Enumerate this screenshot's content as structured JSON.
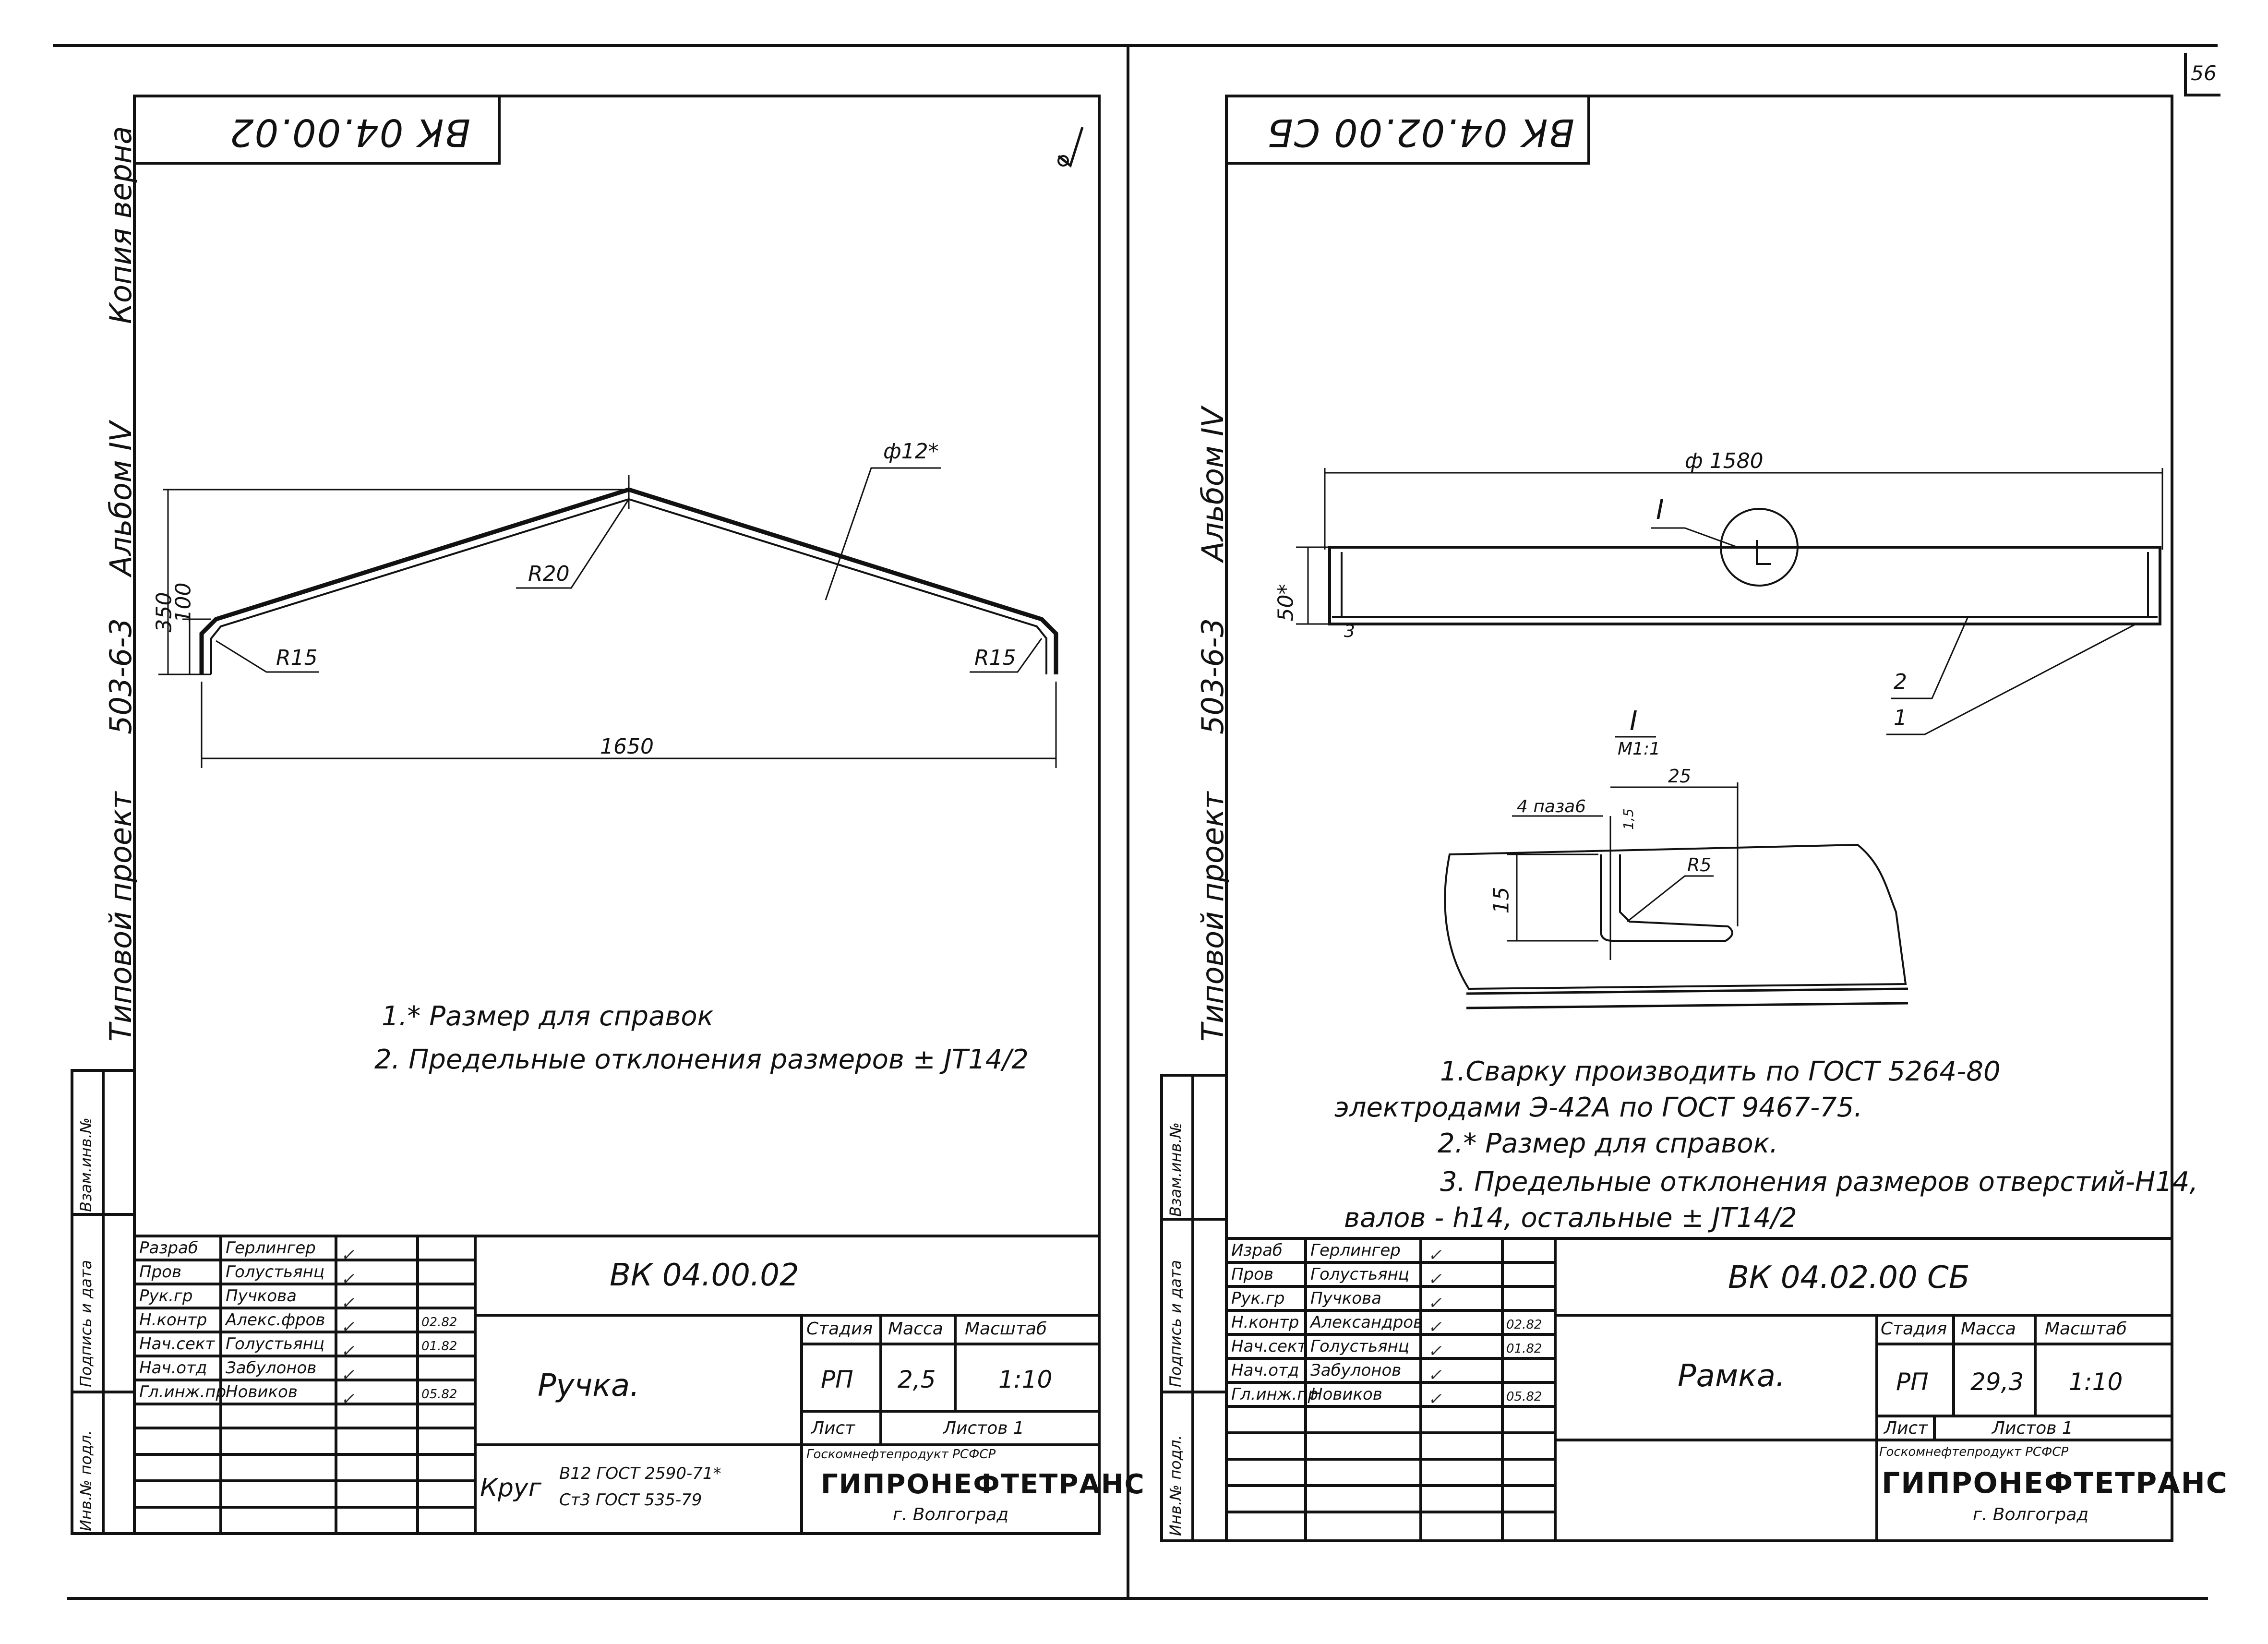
{
  "page_number": "56",
  "left_sheet": {
    "top_title": "ВК 04.00.02",
    "side": {
      "kopia": "Копия верна",
      "album": "Альбом IV",
      "project_code": "503-6-3",
      "project": "Типовой проект"
    },
    "stamp_columns": [
      "Инв.№ подл.",
      "Подпись и дата",
      "Взам.инв.№"
    ],
    "dims": {
      "diam": "ф12*",
      "r20": "R20",
      "r15_left": "R15",
      "r15_right": "R15",
      "h350": "350",
      "h100": "100",
      "len1650": "1650"
    },
    "notes": [
      "1.* Размер для справок",
      "2. Предельные отклонения размеров ± JT14/2"
    ],
    "titleblock": {
      "doc_code": "ВК 04.00.02",
      "rows": [
        {
          "role": "Разраб",
          "name": "Герлингер",
          "date": ""
        },
        {
          "role": "Пров",
          "name": "Голустьянц",
          "date": ""
        },
        {
          "role": "Рук.гр",
          "name": "Пучкова",
          "date": ""
        },
        {
          "role": "Н.контр",
          "name": "Алекс.фров",
          "date": "02.82"
        },
        {
          "role": "Нач.сект",
          "name": "Голустьянц",
          "date": "01.82"
        },
        {
          "role": "Нач.отд",
          "name": "Забулонов",
          "date": ""
        },
        {
          "role": "Гл.инж.пр",
          "name": "Новиков",
          "date": "05.82"
        }
      ],
      "item_name": "Ручка.",
      "stage_hdr": "Стадия",
      "mass_hdr": "Масса",
      "scale_hdr": "Масштаб",
      "stage": "РП",
      "mass": "2,5",
      "scale": "1:10",
      "sheet_hdr": "Лист",
      "sheets_hdr": "Листов 1",
      "material_label": "Круг",
      "material_line1": "В12 ГОСТ 2590-71*",
      "material_line2": "Ст3 ГОСТ 535-79",
      "org_line1": "Госкомнефтепродукт РСФСР",
      "org_name": "ГИПРОНЕФТЕТРАНС",
      "org_city": "г. Волгоград"
    }
  },
  "right_sheet": {
    "top_title": "ВК 04.02.00 СБ",
    "side": {
      "album": "Альбом IV",
      "project_code": "503-6-3",
      "project": "Типовой проект"
    },
    "stamp_columns": [
      "Инв.№ подл.",
      "Подпись и дата",
      "Взам.инв.№"
    ],
    "dims": {
      "diam": "ф 1580",
      "callout": "I",
      "h50": "50*",
      "three": "3",
      "pos2": "2",
      "pos1": "1",
      "detail_title": "I",
      "detail_scale": "М1:1",
      "d25": "25",
      "slots": "4 паза6",
      "h15": "15",
      "r5": "R5",
      "angle": "1,5"
    },
    "notes": [
      "1.Сварку производить по ГОСТ 5264-80",
      "электродами Э-42А по ГОСТ 9467-75.",
      "2.* Размер для справок.",
      "3. Предельные отклонения размеров отверстий-Н14,",
      "валов - h14, остальные ± JT14/2"
    ],
    "titleblock": {
      "doc_code": "ВК 04.02.00 СБ",
      "rows": [
        {
          "role": "Израб",
          "name": "Герлингер",
          "date": ""
        },
        {
          "role": "Пров",
          "name": "Голустьянц",
          "date": ""
        },
        {
          "role": "Рук.гр",
          "name": "Пучкова",
          "date": ""
        },
        {
          "role": "Н.контр",
          "name": "Александров",
          "date": "02.82"
        },
        {
          "role": "Нач.сект",
          "name": "Голустьянц",
          "date": "01.82"
        },
        {
          "role": "Нач.отд",
          "name": "Забулонов",
          "date": ""
        },
        {
          "role": "Гл.инж.пр",
          "name": "Новиков",
          "date": "05.82"
        }
      ],
      "item_name": "Рамка.",
      "stage_hdr": "Стадия",
      "mass_hdr": "Масса",
      "scale_hdr": "Масштаб",
      "stage": "РП",
      "mass": "29,3",
      "scale": "1:10",
      "sheet_hdr": "Лист",
      "sheets_hdr": "Листов 1",
      "org_line1": "Госкомнефтепродукт РСФСР",
      "org_name": "ГИПРОНЕФТЕТРАНС",
      "org_city": "г. Волгоград"
    }
  }
}
